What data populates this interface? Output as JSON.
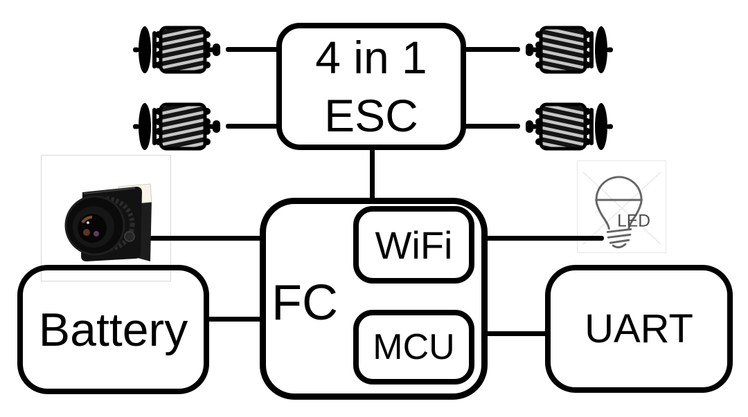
{
  "nodes": {
    "esc": {
      "line1": "4 in 1",
      "line2": "ESC"
    },
    "fc": {
      "label": "FC"
    },
    "wifi": {
      "label": "WiFi"
    },
    "mcu": {
      "label": "MCU"
    },
    "battery": {
      "label": "Battery"
    },
    "uart": {
      "label": "UART"
    }
  },
  "icons": {
    "led": {
      "label": "LED",
      "stroke_color": "#666666",
      "text_color": "#4e4e4e"
    },
    "camera": {
      "name": "fpv-camera"
    },
    "motor": {
      "name": "brushless-motor",
      "count": 4
    }
  },
  "style": {
    "background": "#ffffff",
    "wire_color": "#000000",
    "box_border_color": "#000000",
    "text_color": "#000000",
    "image_placeholder_border": "#d8d8d8"
  },
  "connections": [
    {
      "from": "motor-top-left",
      "to": "esc"
    },
    {
      "from": "motor-bottom-left",
      "to": "esc"
    },
    {
      "from": "esc",
      "to": "motor-top-right"
    },
    {
      "from": "esc",
      "to": "motor-bottom-right"
    },
    {
      "from": "esc",
      "to": "fc"
    },
    {
      "from": "camera",
      "to": "fc"
    },
    {
      "from": "battery",
      "to": "fc"
    },
    {
      "from": "fc",
      "to": "led"
    },
    {
      "from": "fc",
      "to": "uart"
    }
  ]
}
